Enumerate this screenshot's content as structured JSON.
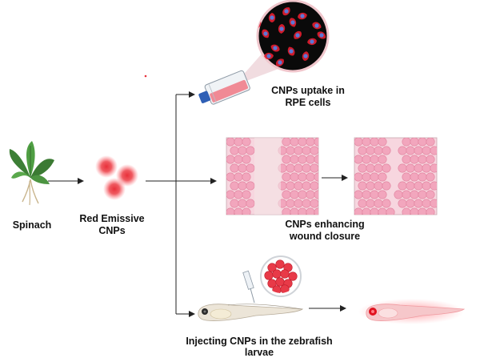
{
  "labels": {
    "spinach": "Spinach",
    "red_emissive_cnps": "Red Emissive\nCNPs",
    "uptake": "CNPs uptake in\nRPE cells",
    "wound": "CNPs enhancing\nwound closure",
    "zebrafish": "Injecting CNPs in the zebrafish\nlarvae"
  },
  "colors": {
    "cnp_red": "#e8303a",
    "cell_pink": "#f2a6bd",
    "tissue_bg": "#f7d6df",
    "gap": "#f4e4e6",
    "flask_cap": "#2f5fb5",
    "leaf_green": "#3f8a3a",
    "fish_body": "#e9e2d4",
    "arrow": "#222222"
  }
}
